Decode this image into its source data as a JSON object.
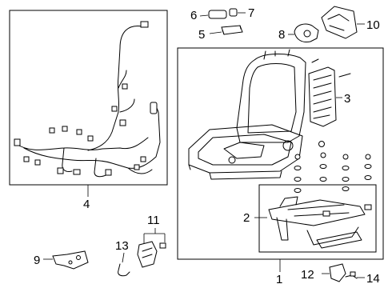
{
  "diagram": {
    "callouts": {
      "c1": "1",
      "c2": "2",
      "c3": "3",
      "c4": "4",
      "c5": "5",
      "c6": "6",
      "c7": "7",
      "c8": "8",
      "c9": "9",
      "c10": "10",
      "c11": "11",
      "c12": "12",
      "c13": "13",
      "c14": "14"
    },
    "groups": {
      "harness_box": "wire harness group",
      "frame_box": "seat frame assembly group",
      "rail_box": "seat rail group"
    }
  }
}
